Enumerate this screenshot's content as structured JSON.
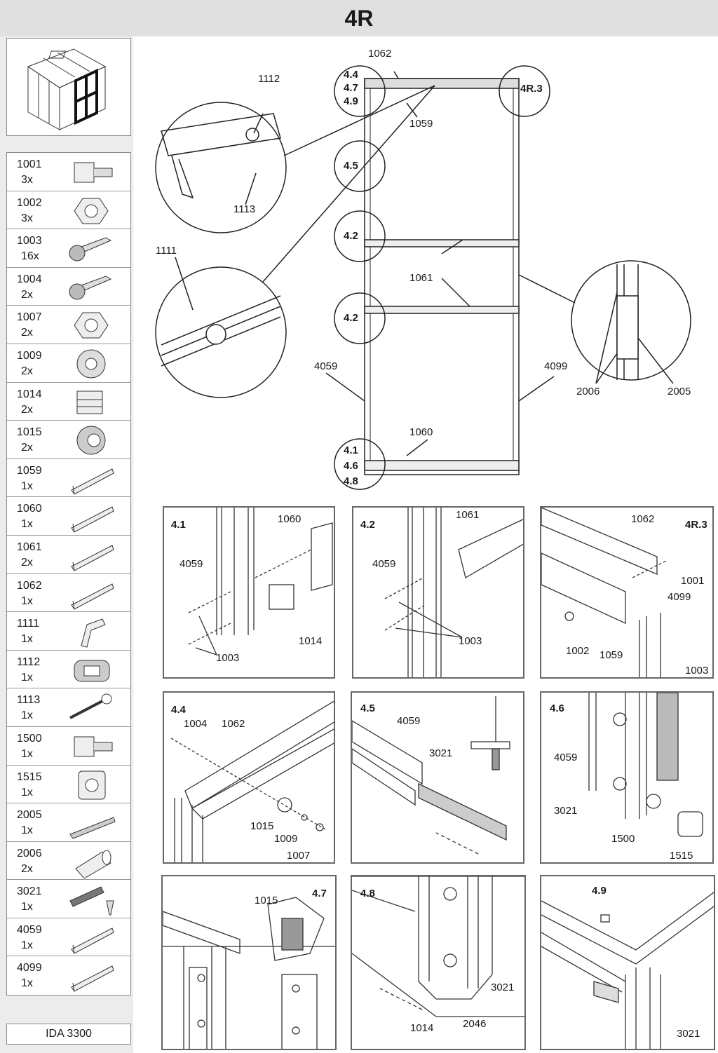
{
  "title": "4R",
  "model": "IDA 3300",
  "parts": [
    {
      "code": "1001",
      "qty": "3x",
      "icon": "square-nut-bolt-icon"
    },
    {
      "code": "1002",
      "qty": "3x",
      "icon": "hex-nut-icon"
    },
    {
      "code": "1003",
      "qty": "16x",
      "icon": "screw-icon"
    },
    {
      "code": "1004",
      "qty": "2x",
      "icon": "screw-icon"
    },
    {
      "code": "1007",
      "qty": "2x",
      "icon": "hex-nut-icon"
    },
    {
      "code": "1009",
      "qty": "2x",
      "icon": "washer-icon"
    },
    {
      "code": "1014",
      "qty": "2x",
      "icon": "clip-icon"
    },
    {
      "code": "1015",
      "qty": "2x",
      "icon": "wheel-icon"
    },
    {
      "code": "1059",
      "qty": "1x",
      "icon": "profile-icon"
    },
    {
      "code": "1060",
      "qty": "1x",
      "icon": "profile-icon"
    },
    {
      "code": "1061",
      "qty": "2x",
      "icon": "profile-icon"
    },
    {
      "code": "1062",
      "qty": "1x",
      "icon": "profile-icon"
    },
    {
      "code": "1111",
      "qty": "1x",
      "icon": "latch-icon"
    },
    {
      "code": "1112",
      "qty": "1x",
      "icon": "roller-icon"
    },
    {
      "code": "1113",
      "qty": "1x",
      "icon": "pin-icon"
    },
    {
      "code": "1500",
      "qty": "1x",
      "icon": "square-nut-bolt-icon"
    },
    {
      "code": "1515",
      "qty": "1x",
      "icon": "square-nut-icon"
    },
    {
      "code": "2005",
      "qty": "1x",
      "icon": "strip-icon"
    },
    {
      "code": "2006",
      "qty": "2x",
      "icon": "sleeve-icon"
    },
    {
      "code": "3021",
      "qty": "1x",
      "icon": "brush-strip-icon"
    },
    {
      "code": "4059",
      "qty": "1x",
      "icon": "profile-icon"
    },
    {
      "code": "4099",
      "qty": "1x",
      "icon": "profile-icon"
    }
  ],
  "overview": {
    "l1062": "1062",
    "l1112": "1112",
    "l1059": "1059",
    "l1113": "1113",
    "l1111": "1111",
    "l1061": "1061",
    "l4059": "4059",
    "l4099": "4099",
    "l1060": "1060",
    "l2006": "2006",
    "l2005": "2005",
    "c_top_a": "4.4",
    "c_top_b": "4.7",
    "c_top_c": "4.9",
    "c_4r3": "4R.3",
    "c_45": "4.5",
    "c_42a": "4.2",
    "c_42b": "4.2",
    "c_bot_a": "4.1",
    "c_bot_b": "4.6",
    "c_bot_c": "4.8"
  },
  "panels": {
    "p41": {
      "step": "4.1",
      "a": "1060",
      "b": "4059",
      "c": "1014",
      "d": "1003"
    },
    "p42": {
      "step": "4.2",
      "a": "1061",
      "b": "4059",
      "c": "1003"
    },
    "p4r3": {
      "step": "4R.3",
      "a": "1062",
      "b": "1001",
      "c": "4099",
      "d": "1002",
      "e": "1059",
      "f": "1003"
    },
    "p44": {
      "step": "4.4",
      "a": "1004",
      "b": "1062",
      "c": "1015",
      "d": "1009",
      "e": "1007"
    },
    "p45": {
      "step": "4.5",
      "a": "4059",
      "b": "3021"
    },
    "p46": {
      "step": "4.6",
      "a": "4059",
      "b": "3021",
      "c": "1500",
      "d": "1515"
    },
    "p47": {
      "step": "4.7",
      "a": "1015"
    },
    "p48": {
      "step": "4.8",
      "a": "3021",
      "b": "1014",
      "c": "2046"
    },
    "p49": {
      "step": "4.9",
      "a": "3021"
    }
  }
}
